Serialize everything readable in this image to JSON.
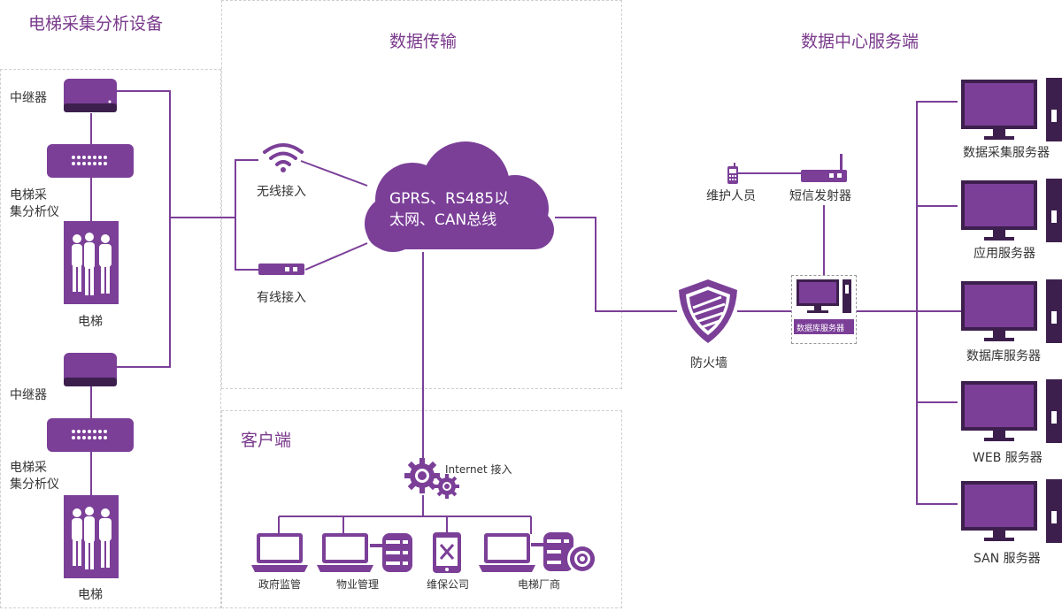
{
  "sections": {
    "collector": "电梯采集分析设备",
    "transfer": "数据传输",
    "datacenter": "数据中心服务端",
    "client": "客户端"
  },
  "left": {
    "relay_1": "中继器",
    "analyzer_1": [
      "电梯采",
      "集分析仪"
    ],
    "elevator_1": "电梯",
    "relay_2": "中继器",
    "analyzer_2": [
      "电梯采",
      "集分析仪"
    ],
    "elevator_2": "电梯"
  },
  "transfer": {
    "wireless": "无线接入",
    "wired": "有线接入",
    "cloud": [
      "GPRS、RS485以",
      "太网、CAN总线"
    ]
  },
  "center": {
    "firewall": "防火墙",
    "maintainer": "维护人员",
    "sms": "短信发射器",
    "db_server_box": "数据库服务器"
  },
  "servers": [
    "数据采集服务器",
    "应用服务器",
    "数据库服务器",
    "WEB 服务器",
    "SAN 服务器"
  ],
  "client": {
    "internet": "Internet 接入",
    "nodes": [
      "政府监管",
      "物业管理",
      "维保公司",
      "电梯厂商"
    ]
  },
  "colors": {
    "accent": "#7b3f98",
    "dark": "#3d1f4d",
    "line": "#7b3f98",
    "text": "#333333"
  }
}
